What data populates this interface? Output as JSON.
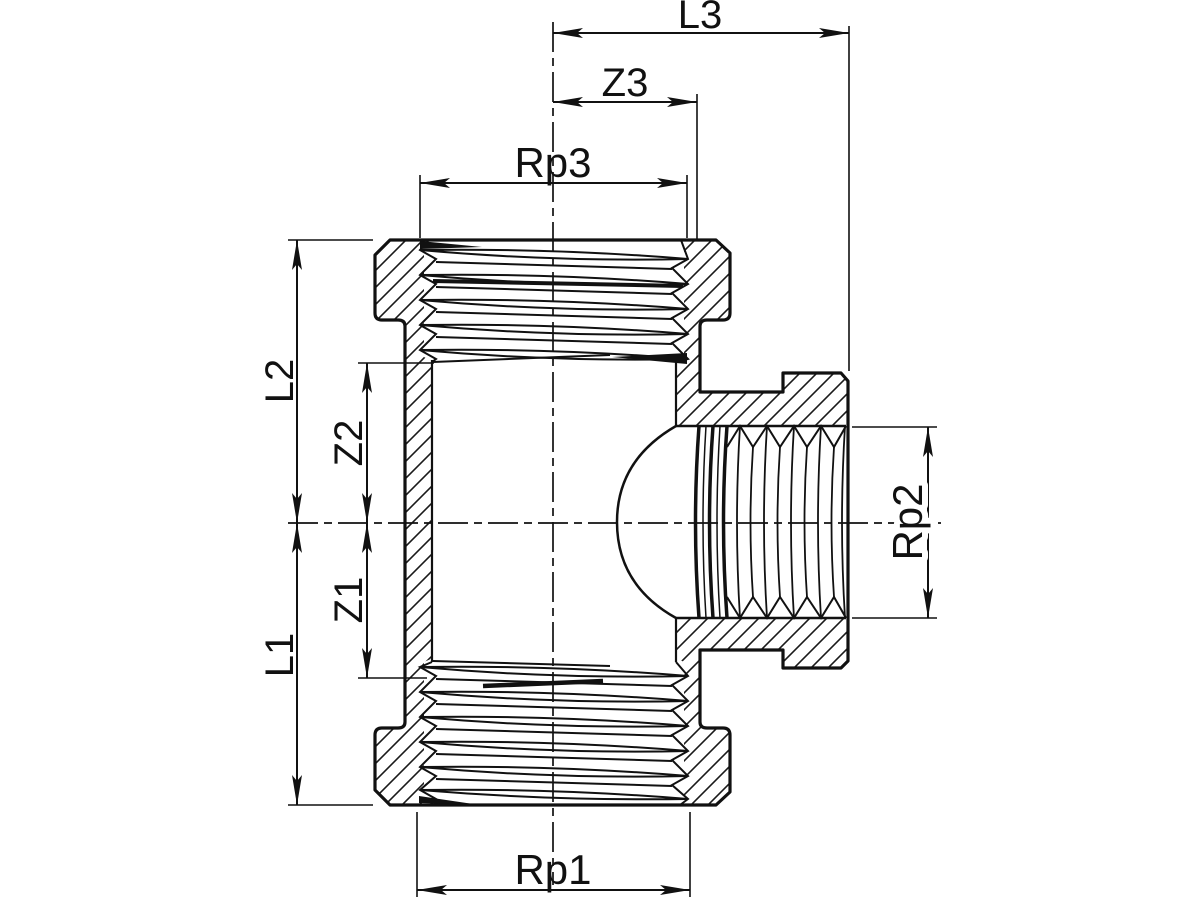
{
  "colors": {
    "background": "#ffffff",
    "line": "#111111"
  },
  "drawing": {
    "type": "technical-drawing-cross-section",
    "labels": {
      "l3": "L3",
      "z3": "Z3",
      "rp3": "Rp3",
      "l2": "L2",
      "z2": "Z2",
      "z1": "Z1",
      "l1": "L1",
      "rp2": "Rp2",
      "rp1": "Rp1"
    }
  }
}
